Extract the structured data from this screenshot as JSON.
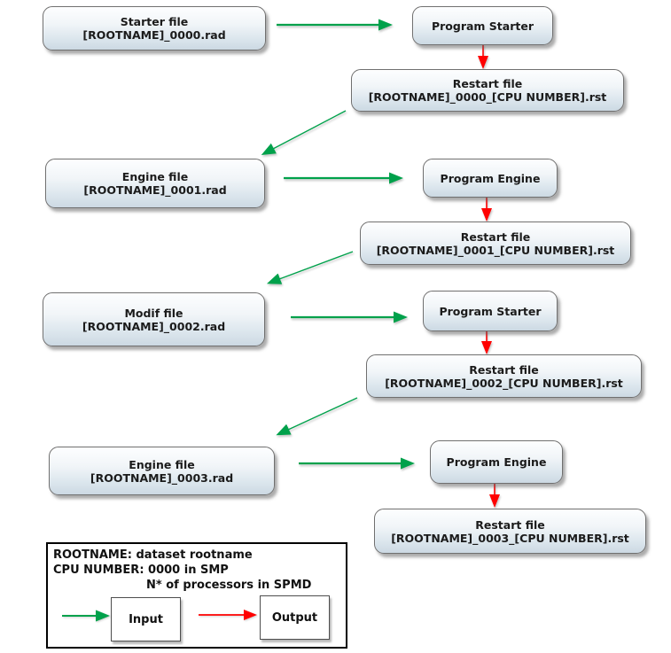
{
  "colors": {
    "input_arrow": "#00a14b",
    "output_arrow": "#ff0000",
    "node_border": "#6f6f6f",
    "node_fill_bottom": "#ccd9e3",
    "text": "#1b1b1b"
  },
  "nodes": {
    "starter_file": {
      "line1": "Starter file",
      "line2": "[ROOTNAME]_0000.rad"
    },
    "program_starter_1": {
      "label": "Program Starter"
    },
    "restart_file_0000": {
      "line1": "Restart file",
      "line2": "[ROOTNAME]_0000_[CPU NUMBER].rst"
    },
    "engine_file_0001": {
      "line1": "Engine file",
      "line2": "[ROOTNAME]_0001.rad"
    },
    "program_engine_1": {
      "label": "Program Engine"
    },
    "restart_file_0001": {
      "line1": "Restart file",
      "line2": "[ROOTNAME]_0001_[CPU NUMBER].rst"
    },
    "modif_file_0002": {
      "line1": "Modif file",
      "line2": "[ROOTNAME]_0002.rad"
    },
    "program_starter_2": {
      "label": "Program Starter"
    },
    "restart_file_0002": {
      "line1": "Restart file",
      "line2": "[ROOTNAME]_0002_[CPU NUMBER].rst"
    },
    "engine_file_0003": {
      "line1": "Engine file",
      "line2": "[ROOTNAME]_0003.rad"
    },
    "program_engine_2": {
      "label": "Program Engine"
    },
    "restart_file_0003": {
      "line1": "Restart file",
      "line2": "[ROOTNAME]_0003_[CPU NUMBER].rst"
    }
  },
  "edges": [
    {
      "from": "starter_file",
      "to": "program_starter_1",
      "type": "input"
    },
    {
      "from": "program_starter_1",
      "to": "restart_file_0000",
      "type": "output"
    },
    {
      "from": "restart_file_0000",
      "to": "engine_file_0001",
      "type": "input"
    },
    {
      "from": "engine_file_0001",
      "to": "program_engine_1",
      "type": "input"
    },
    {
      "from": "program_engine_1",
      "to": "restart_file_0001",
      "type": "output"
    },
    {
      "from": "restart_file_0001",
      "to": "modif_file_0002",
      "type": "input"
    },
    {
      "from": "modif_file_0002",
      "to": "program_starter_2",
      "type": "input"
    },
    {
      "from": "program_starter_2",
      "to": "restart_file_0002",
      "type": "output"
    },
    {
      "from": "restart_file_0002",
      "to": "engine_file_0003",
      "type": "input"
    },
    {
      "from": "engine_file_0003",
      "to": "program_engine_2",
      "type": "input"
    },
    {
      "from": "program_engine_2",
      "to": "restart_file_0003",
      "type": "output"
    }
  ],
  "legend": {
    "rootname_note": "ROOTNAME: dataset rootname",
    "cpu_note_line1": "CPU NUMBER: 0000 in SMP",
    "cpu_note_line2": "N* of processors in SPMD",
    "input_label": "Input",
    "output_label": "Output"
  }
}
